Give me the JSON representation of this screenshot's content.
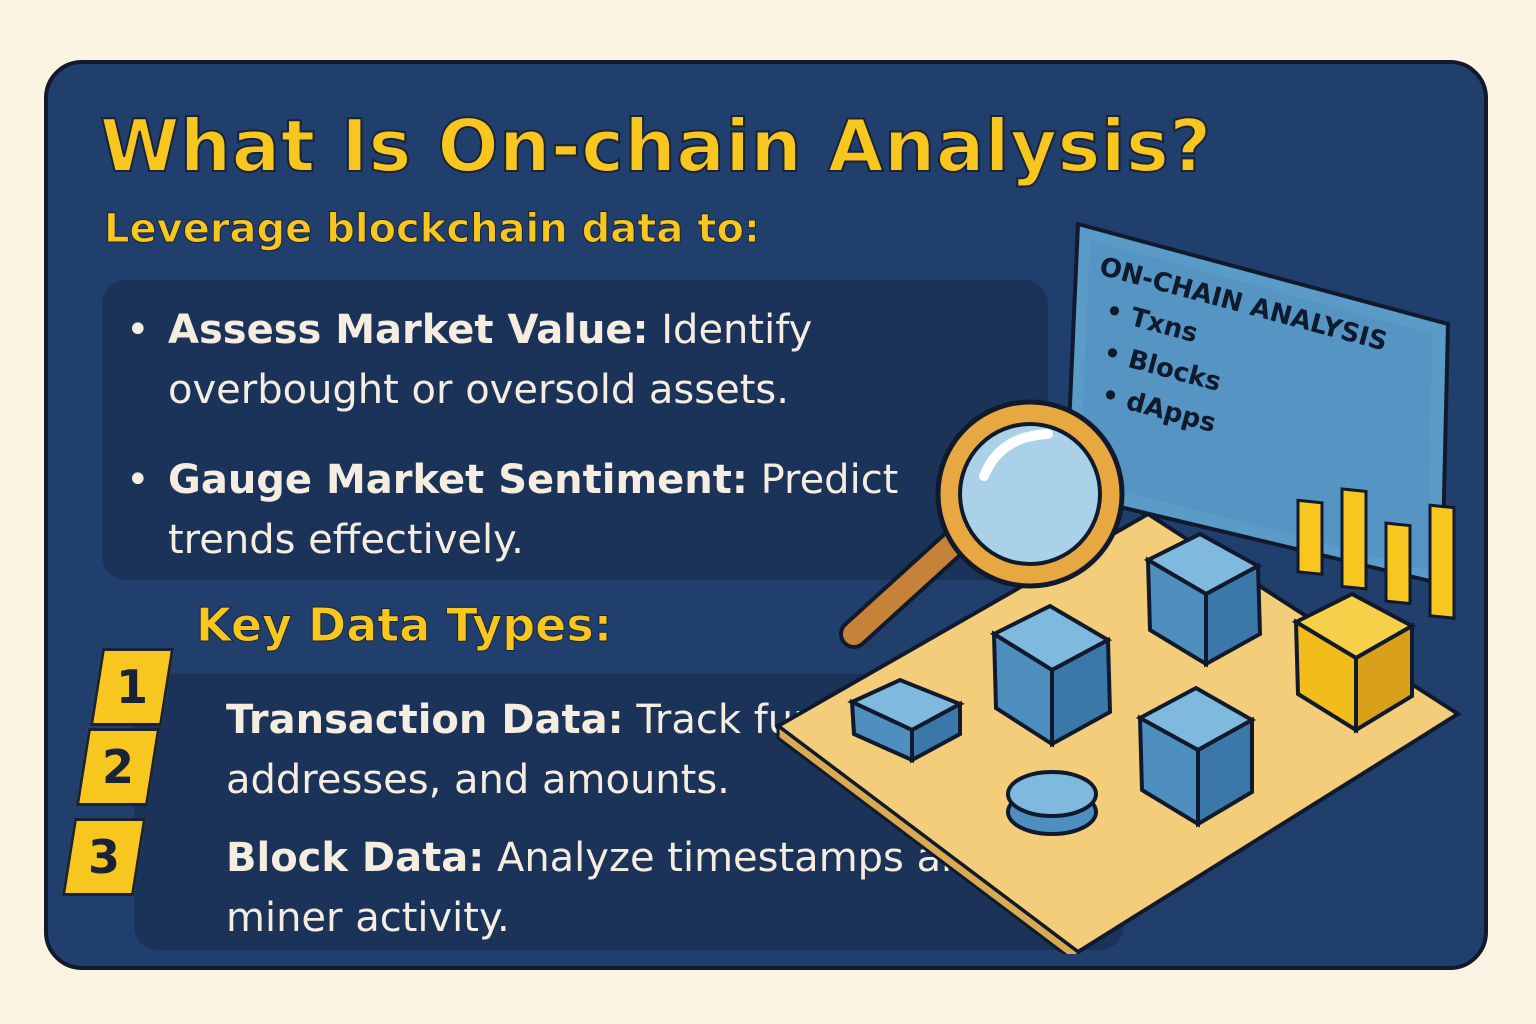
{
  "title": "What Is On-chain Analysis?",
  "subtitle": "Leverage blockchain data to:",
  "benefits": [
    {
      "heading": "Assess Market Value:",
      "text": " Identify overbought or oversold assets."
    },
    {
      "heading": "Gauge Market Sentiment:",
      "text": " Predict trends effectively."
    }
  ],
  "key_data_types": {
    "heading": "Key Data Types:",
    "numbers": [
      "1",
      "2",
      "3"
    ],
    "items": [
      {
        "heading": "Transaction Data:",
        "text": " Track fund flows, addresses, and amounts."
      },
      {
        "heading": "Block Data:",
        "text": " Analyze timestamps and miner activity."
      }
    ]
  },
  "monitor": {
    "title": "ON-CHAIN ANALYSIS",
    "items": [
      "• Txns",
      "• Blocks",
      "• dApps"
    ],
    "bar_levels": [
      0.55,
      0.75,
      0.6,
      0.85
    ]
  },
  "colors": {
    "card": "#213f6d",
    "accent": "#f7c61f",
    "cube_blue": "#5b9bc8",
    "platform": "#f3cd7a"
  },
  "icons": [
    "magnifying-glass-icon",
    "cube-icon",
    "bar-chart-icon"
  ]
}
